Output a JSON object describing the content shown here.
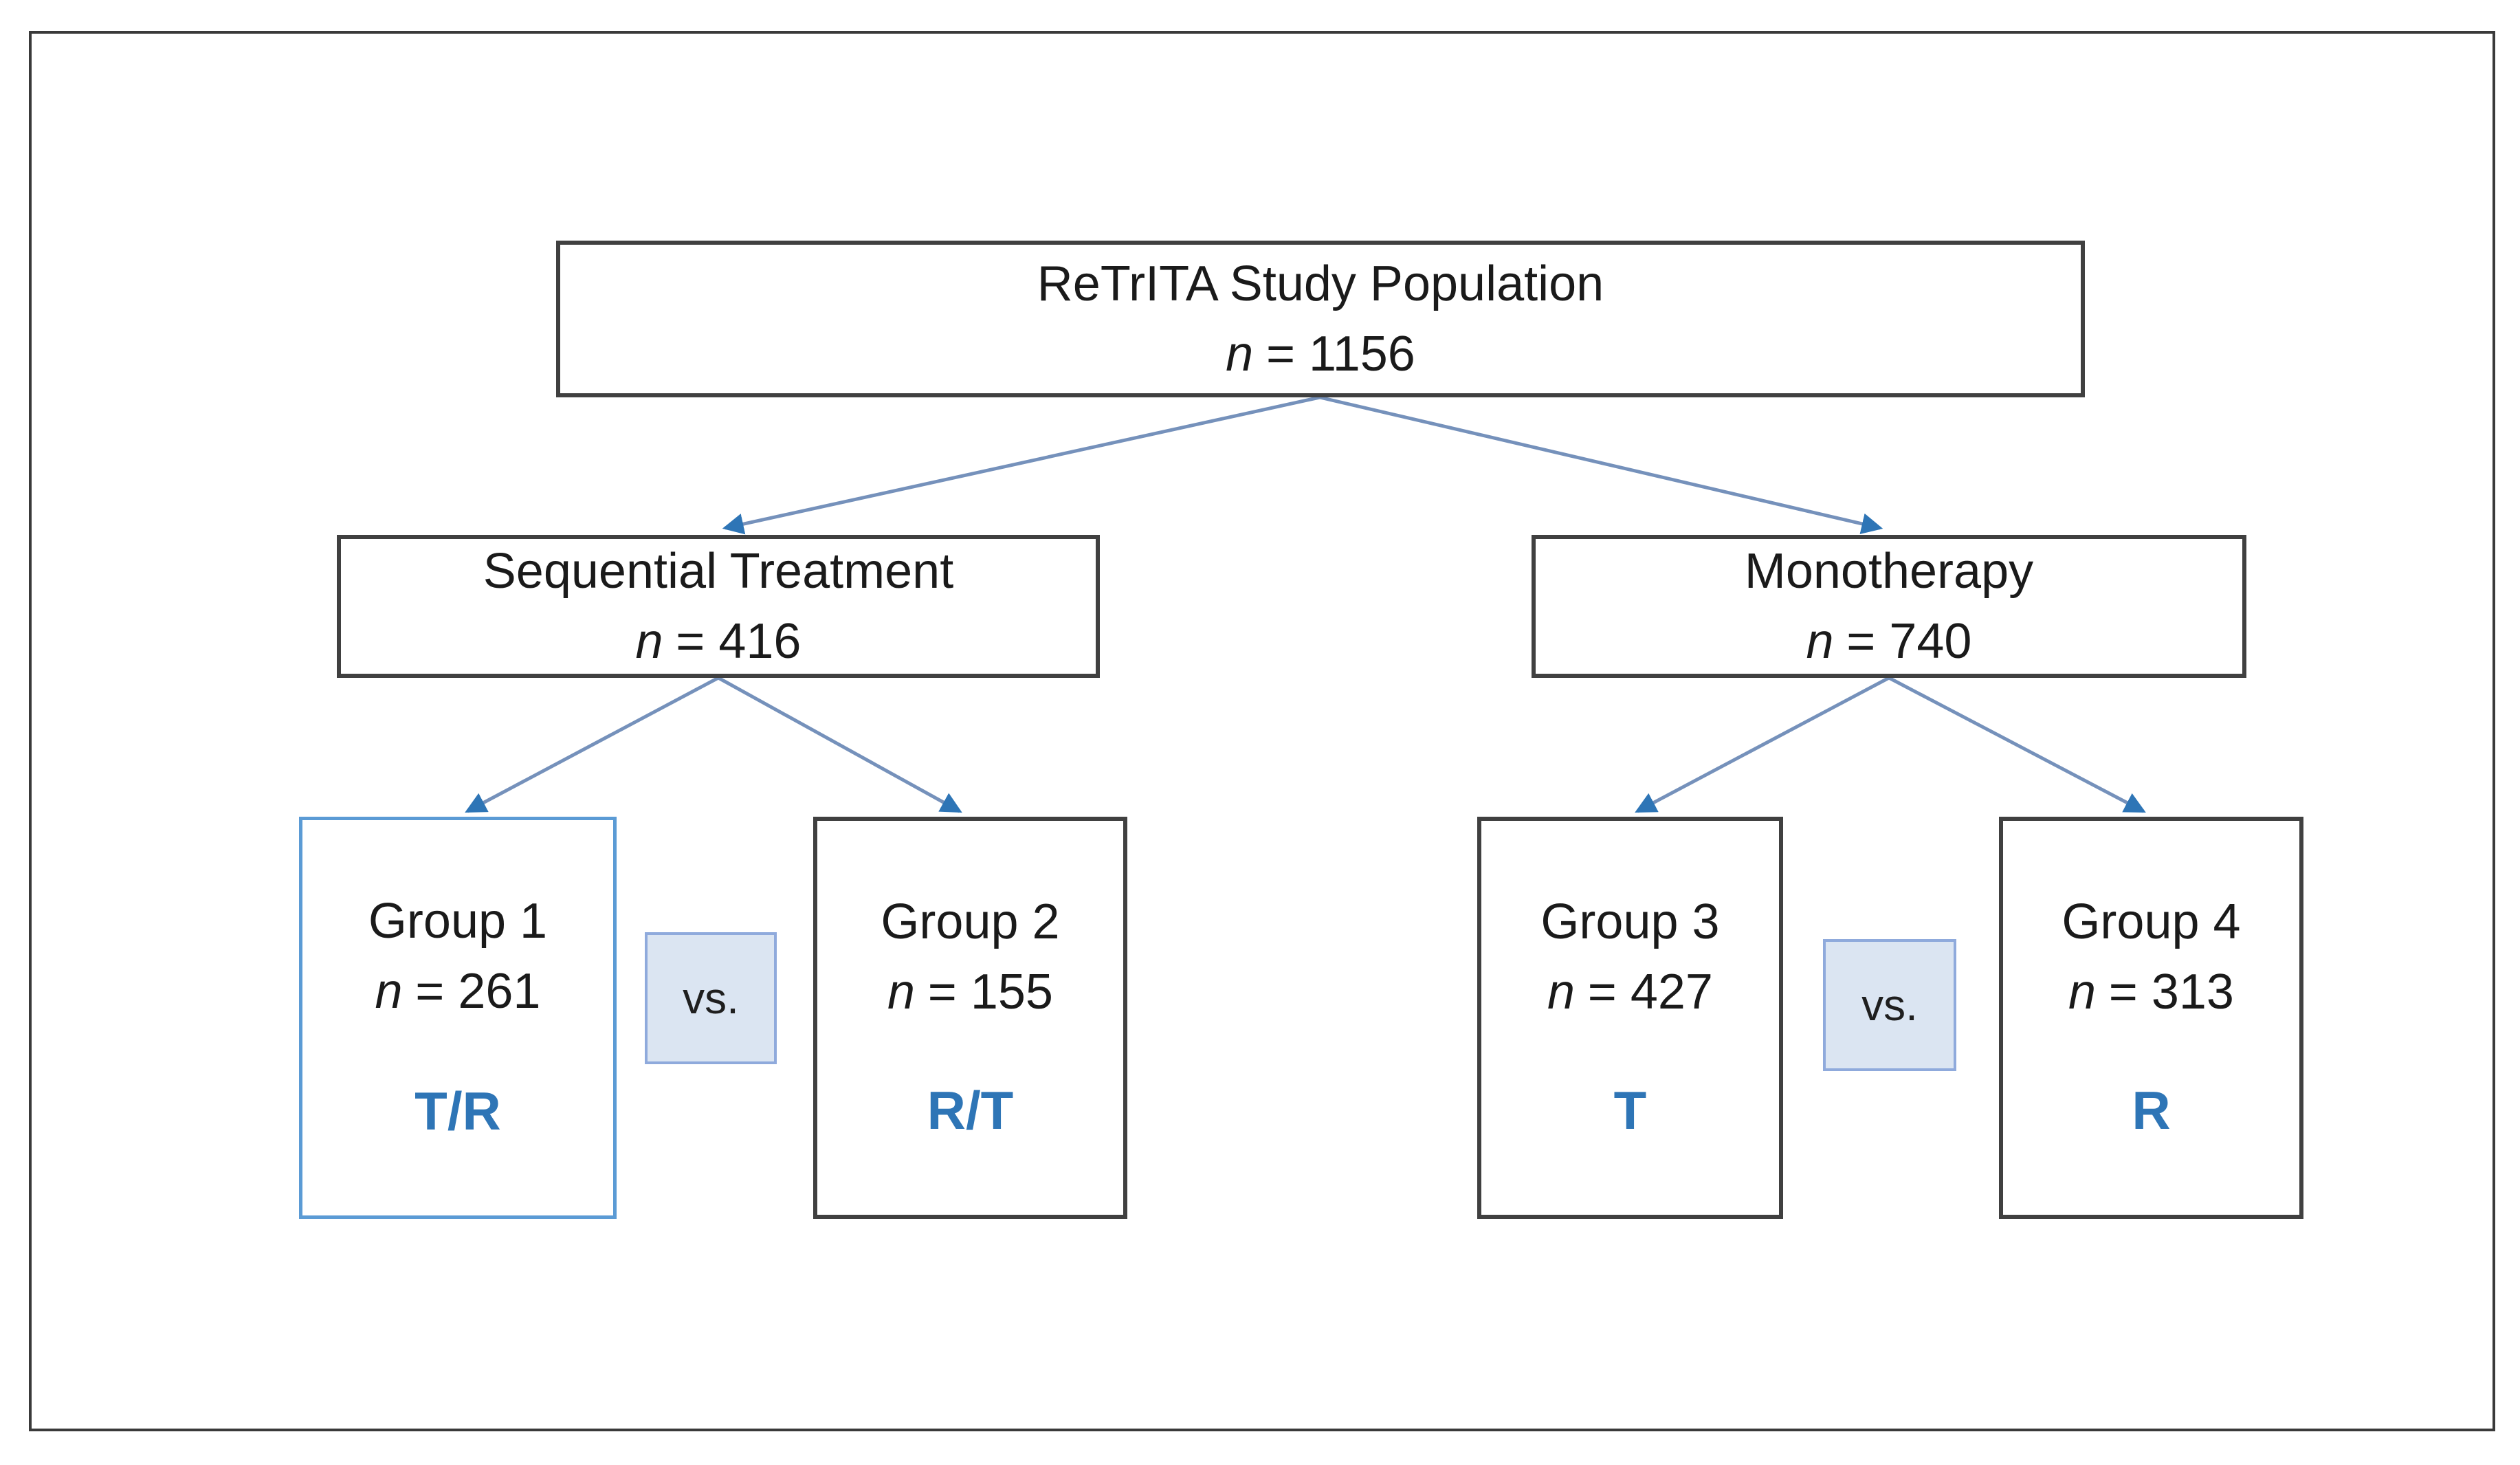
{
  "diagram": {
    "root": {
      "label": "ReTrITA Study Population",
      "n_symbol": "n",
      "n_value": "= 1156"
    },
    "branches": [
      {
        "label": "Sequential Treatment",
        "n_symbol": "n",
        "n_value": "= 416"
      },
      {
        "label": "Monotherapy",
        "n_symbol": "n",
        "n_value": "= 740"
      }
    ],
    "groups": [
      {
        "label": "Group 1",
        "n_symbol": "n",
        "n_value": "= 261",
        "code": "T/R"
      },
      {
        "label": "Group 2",
        "n_symbol": "n",
        "n_value": "= 155",
        "code": "R/T"
      },
      {
        "label": "Group 3",
        "n_symbol": "n",
        "n_value": "= 427",
        "code": "T"
      },
      {
        "label": "Group 4",
        "n_symbol": "n",
        "n_value": "= 313",
        "code": "R"
      }
    ],
    "vs_label": "vs.",
    "colors": {
      "box_border": "#404040",
      "group1_border": "#5b9bd5",
      "connector_line": "#7591bb",
      "arrowhead": "#2e75b6",
      "code_text": "#2e75b6",
      "vs_fill": "#dbe5f2",
      "vs_border": "#8faadc",
      "text": "#1a1a1a"
    }
  }
}
